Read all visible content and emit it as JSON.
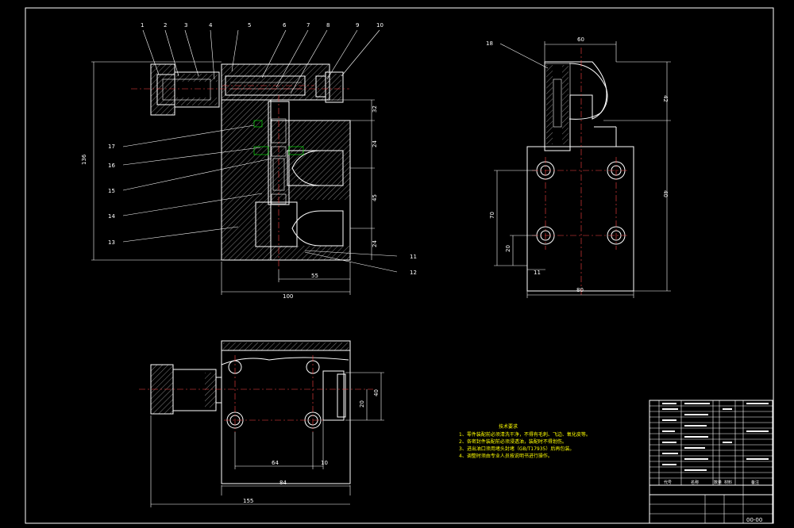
{
  "part_labels": [
    "1",
    "2",
    "3",
    "4",
    "5",
    "6",
    "7",
    "8",
    "9",
    "10",
    "11",
    "12",
    "13",
    "14",
    "15",
    "16",
    "17",
    "18"
  ],
  "dimensions": {
    "front_height": "136",
    "front_width": "100",
    "front_inner": "55",
    "front_v1": "32",
    "front_v2": "24",
    "front_v3": "45",
    "front_v4": "24",
    "side_width_top": "60",
    "side_width_bottom": "80",
    "side_h1": "42",
    "side_h2": "70",
    "side_h3": "40",
    "side_h4": "20",
    "side_small": "11",
    "top_v1": "40",
    "top_v2": "20",
    "top_h1": "64",
    "top_h2": "10",
    "top_h3": "84",
    "top_total": "155"
  },
  "tech_notes": {
    "title": "技术要求",
    "lines": [
      "1、零件装配前必须清洗干净，不得有毛刺、飞边、氧化皮等。",
      "2、各密封件装配前必须浸透油，装配时不得划伤。",
      "3、进出油口须用堵头封堵（GB/T17935）后再包装。",
      "4、调整时须由专业人员按说明书进行操作。"
    ]
  },
  "title_block": {
    "drawing_no": "00-00",
    "header_code": "代号",
    "header_name": "名称",
    "header_qty": "数量",
    "header_material": "材料",
    "header_remark": "备注"
  }
}
